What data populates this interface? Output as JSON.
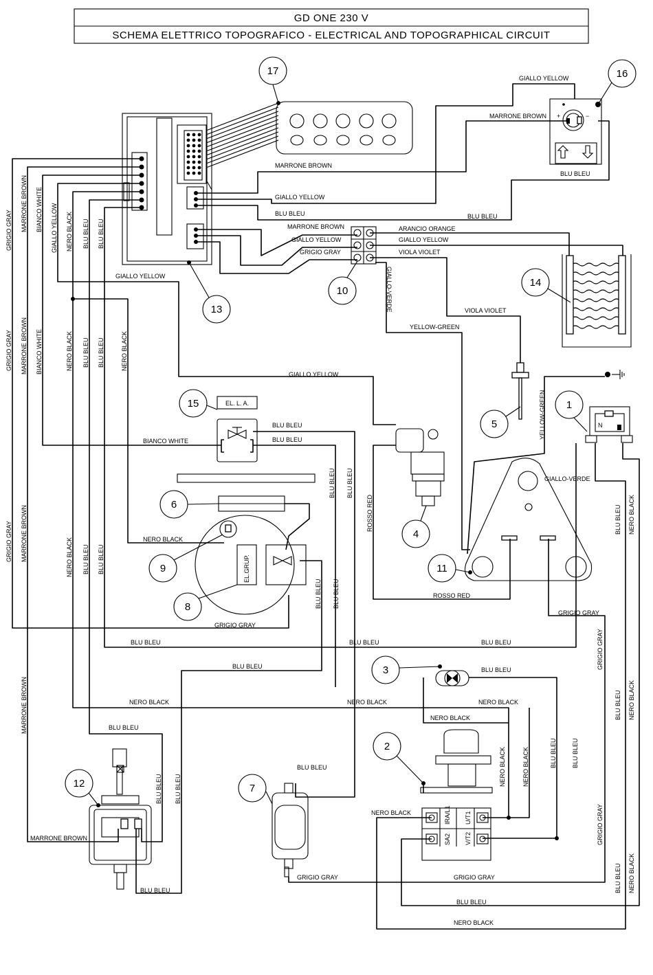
{
  "title": {
    "line1": "GD ONE 230 V",
    "line2": "SCHEMA ELETTRICO TOPOGRAFICO - ELECTRICAL AND TOPOGRAPHICAL CIRCUIT"
  },
  "callouts": [
    "17",
    "16",
    "13",
    "10",
    "14",
    "15",
    "5",
    "1",
    "6",
    "4",
    "9",
    "11",
    "8",
    "3",
    "2",
    "12",
    "7"
  ],
  "components": {
    "ella": "EL. L. A.",
    "elgrup": "EL.GRUP.",
    "giallo_verde": "GIALLO-VERDE",
    "switch_terms": [
      "IRA/L1",
      "U/T1",
      "SA2",
      "V/T2"
    ],
    "plus": "+",
    "minus": "−"
  },
  "wire_labels": {
    "giallo_yellow": "GIALLO YELLOW",
    "marrone_brown": "MARRONE BROWN",
    "blu_bleu": "BLU BLEU",
    "arancio_orange": "ARANCIO ORANGE",
    "grigio_gray": "GRIGIO GRAY",
    "viola_violet": "VIOLA VIOLET",
    "yellow_green": "YELLOW-GREEN",
    "bianco_white": "BIANCO WHITE",
    "nero_black": "NERO BLACK",
    "rosso_red": "ROSSO RED",
    "giallo_verde_v": "GIALLO-VERDE"
  },
  "icon_names": [
    "ground-icon",
    "thermostat-icon",
    "solenoid-valve-icon",
    "neon-lamp-icon",
    "keypad-button-icon",
    "heating-element-icon",
    "pump-icon",
    "switch-icon",
    "pressure-switch-icon",
    "level-probe-icon",
    "water-tank-icon"
  ]
}
